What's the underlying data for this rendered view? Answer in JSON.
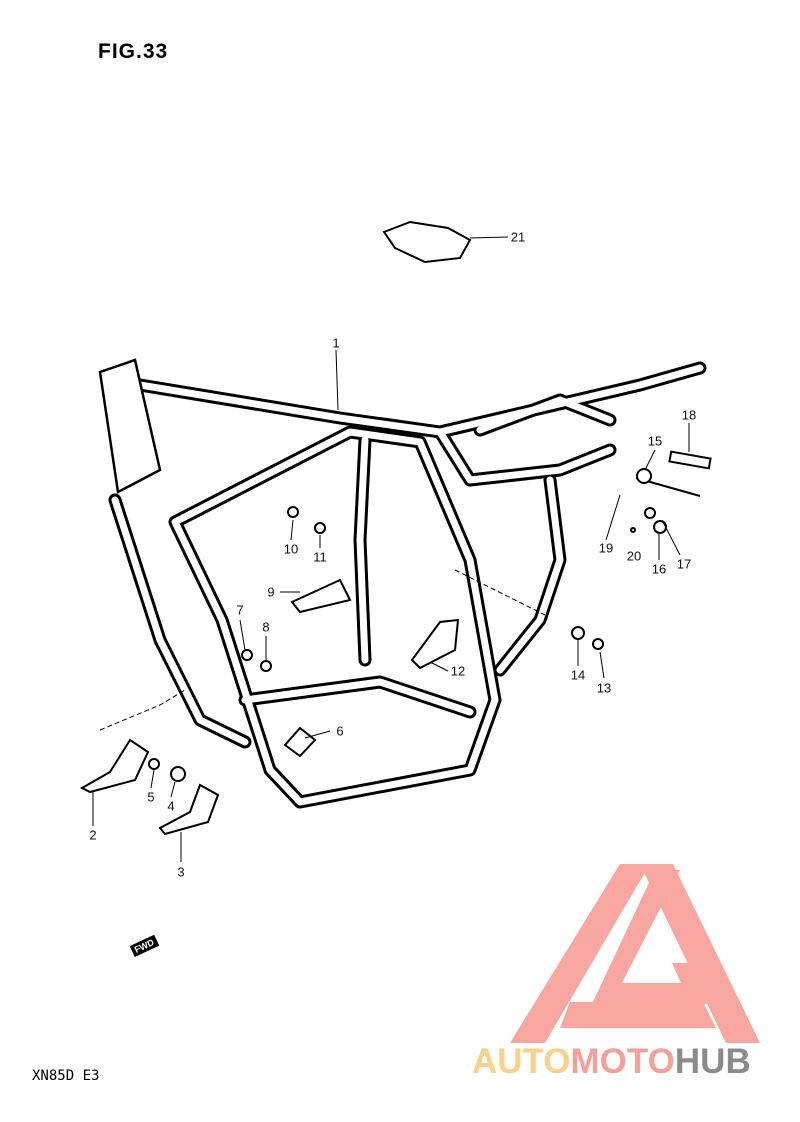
{
  "figure_title": "FIG.33",
  "model_code": "XN85D  E3",
  "direction_marker": "FWD",
  "watermark": {
    "part1": "AUTO",
    "part2": "MOTO",
    "part3": "HUB",
    "colors": {
      "auto": "#fbd08a",
      "moto": "#f6a09a",
      "hub": "#8b8b8b",
      "triangle": "#f8a29b"
    }
  },
  "callouts": [
    "1",
    "2",
    "3",
    "4",
    "5",
    "6",
    "7",
    "8",
    "9",
    "10",
    "11",
    "12",
    "13",
    "14",
    "15",
    "16",
    "17",
    "18",
    "19",
    "20",
    "21"
  ]
}
